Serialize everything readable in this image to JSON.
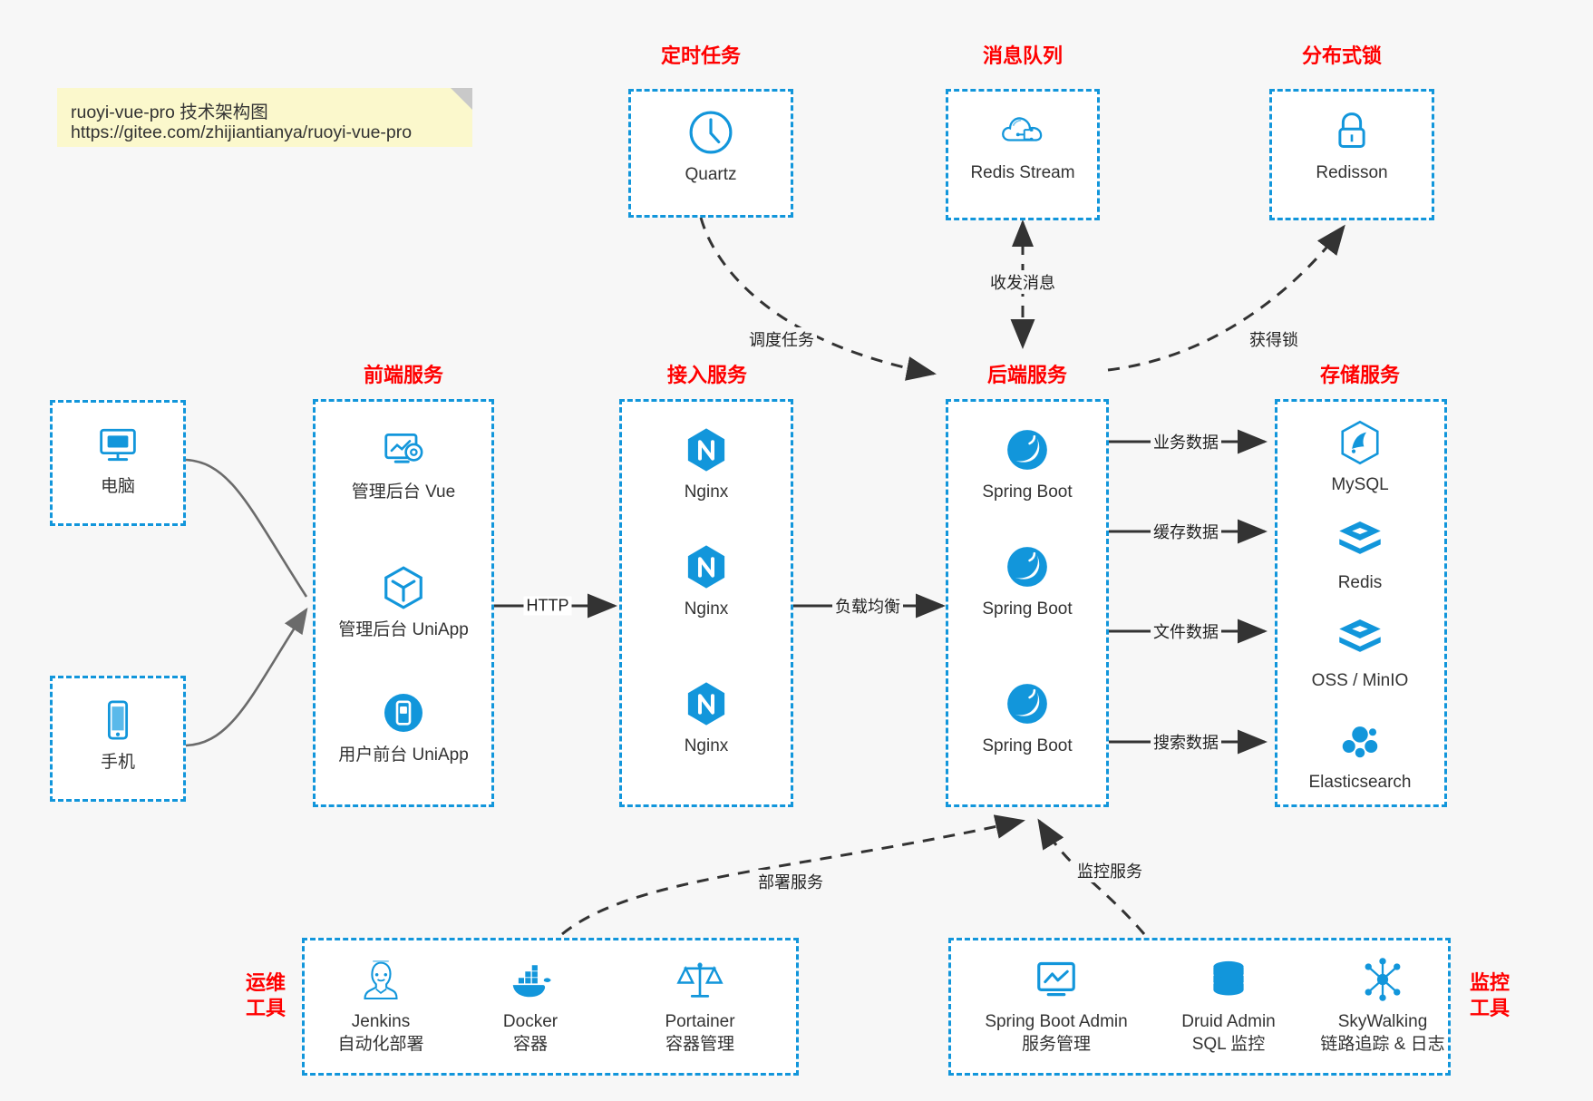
{
  "note": {
    "line1": "ruoyi-vue-pro 技术架构图",
    "line2": "https://gitee.com/zhijiantianya/ruoyi-vue-pro"
  },
  "colors": {
    "accent_blue": "#1296db",
    "title_red": "#ff0000",
    "background": "#f7f7f7",
    "note_yellow": "#fbf8cc",
    "arrow_dark": "#333333",
    "arrow_gray": "#6b6b6b"
  },
  "groups": {
    "scheduler": {
      "title": "定时任务",
      "nodes": [
        {
          "label": "Quartz",
          "icon": "clock-icon"
        }
      ]
    },
    "mq": {
      "title": "消息队列",
      "nodes": [
        {
          "label": "Redis Stream",
          "icon": "cloud-network-icon"
        }
      ]
    },
    "lock": {
      "title": "分布式锁",
      "nodes": [
        {
          "label": "Redisson",
          "icon": "lock-icon"
        }
      ]
    },
    "client": {
      "nodes": [
        {
          "label": "电脑",
          "icon": "desktop-icon"
        },
        {
          "label": "手机",
          "icon": "mobile-icon"
        }
      ]
    },
    "frontend": {
      "title": "前端服务",
      "nodes": [
        {
          "label": "管理后台 Vue",
          "icon": "dashboard-gear-icon"
        },
        {
          "label": "管理后台 UniApp",
          "icon": "hexagon-cube-icon"
        },
        {
          "label": "用户前台 UniApp",
          "icon": "mobile-app-icon"
        }
      ]
    },
    "gateway": {
      "title": "接入服务",
      "nodes": [
        {
          "label": "Nginx",
          "icon": "nginx-icon"
        },
        {
          "label": "Nginx",
          "icon": "nginx-icon"
        },
        {
          "label": "Nginx",
          "icon": "nginx-icon"
        }
      ]
    },
    "backend": {
      "title": "后端服务",
      "nodes": [
        {
          "label": "Spring Boot",
          "icon": "spring-boot-icon"
        },
        {
          "label": "Spring Boot",
          "icon": "spring-boot-icon"
        },
        {
          "label": "Spring Boot",
          "icon": "spring-boot-icon"
        }
      ]
    },
    "storage": {
      "title": "存储服务",
      "nodes": [
        {
          "label": "MySQL",
          "icon": "mysql-icon"
        },
        {
          "label": "Redis",
          "icon": "redis-icon"
        },
        {
          "label": "OSS / MinIO",
          "icon": "oss-minio-icon"
        },
        {
          "label": "Elasticsearch",
          "icon": "elasticsearch-icon"
        }
      ]
    },
    "devops": {
      "title_line1": "运维",
      "title_line2": "工具",
      "nodes": [
        {
          "label": "Jenkins",
          "sublabel": "自动化部署",
          "icon": "jenkins-icon"
        },
        {
          "label": "Docker",
          "sublabel": "容器",
          "icon": "docker-icon"
        },
        {
          "label": "Portainer",
          "sublabel": "容器管理",
          "icon": "portainer-scales-icon"
        }
      ]
    },
    "monitor": {
      "title_line1": "监控",
      "title_line2": "工具",
      "nodes": [
        {
          "label": "Spring Boot Admin",
          "sublabel": "服务管理",
          "icon": "monitor-chart-icon"
        },
        {
          "label": "Druid Admin",
          "sublabel": "SQL 监控",
          "icon": "database-icon"
        },
        {
          "label": "SkyWalking",
          "sublabel": "链路追踪 & 日志",
          "icon": "skywalking-icon"
        }
      ]
    }
  },
  "edges": [
    {
      "label": "调度任务",
      "from": "scheduler",
      "to": "backend",
      "style": "dashed"
    },
    {
      "label": "收发消息",
      "from": "mq",
      "to": "backend",
      "style": "dashed-bidirectional"
    },
    {
      "label": "获得锁",
      "from": "backend",
      "to": "lock",
      "style": "dashed"
    },
    {
      "label": "HTTP",
      "from": "frontend",
      "to": "gateway",
      "style": "solid"
    },
    {
      "label": "负载均衡",
      "from": "gateway",
      "to": "backend",
      "style": "solid"
    },
    {
      "label": "业务数据",
      "from": "backend",
      "to": "MySQL",
      "style": "solid"
    },
    {
      "label": "缓存数据",
      "from": "backend",
      "to": "Redis",
      "style": "solid"
    },
    {
      "label": "文件数据",
      "from": "backend",
      "to": "OSS / MinIO",
      "style": "solid"
    },
    {
      "label": "搜索数据",
      "from": "backend",
      "to": "Elasticsearch",
      "style": "solid"
    },
    {
      "label": "部署服务",
      "from": "devops",
      "to": "backend",
      "style": "dashed"
    },
    {
      "label": "监控服务",
      "from": "monitor",
      "to": "backend",
      "style": "dashed"
    }
  ]
}
